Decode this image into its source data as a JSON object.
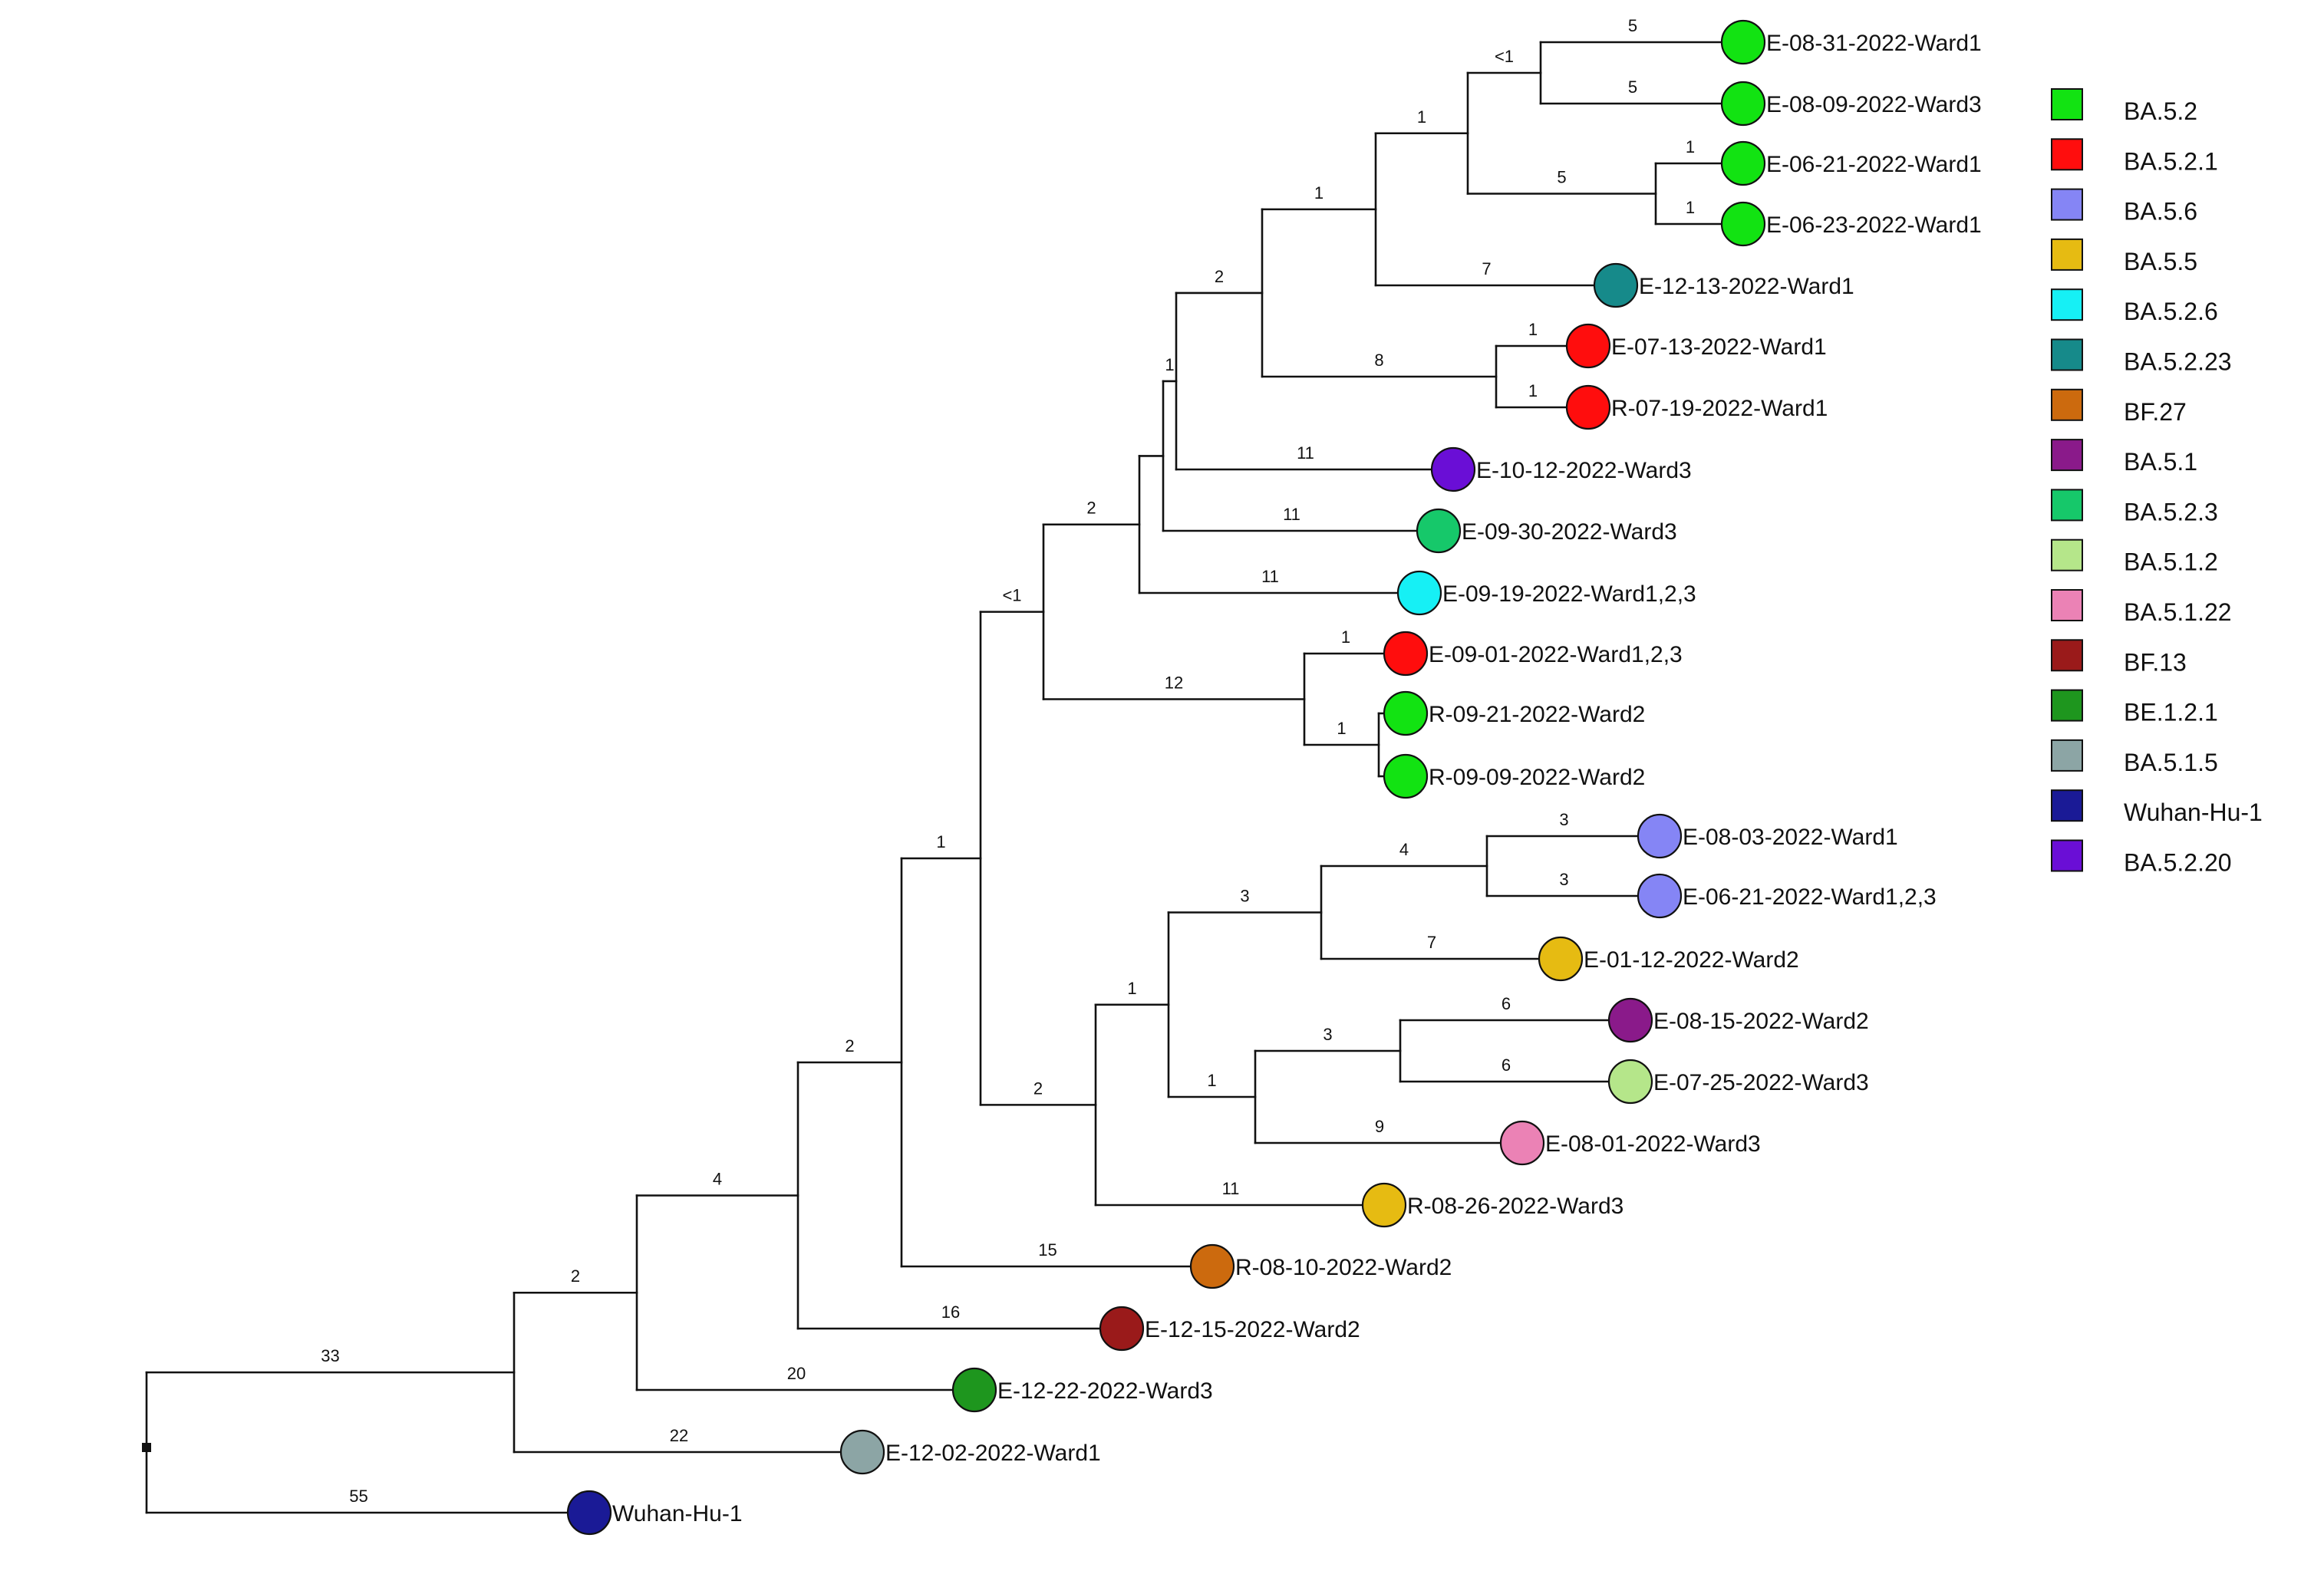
{
  "tree": {
    "branch_labels": {
      "root_upper": "33",
      "wuhan": "55",
      "n2": "2",
      "e1202": "22",
      "n4": "4",
      "e1222": "20",
      "n2b": "2",
      "e1215": "16",
      "n1": "1",
      "r0810": "15",
      "lt1": "<1",
      "n2c": "2",
      "n2d": "2",
      "n1b": "1",
      "n2e": "2",
      "n1c": "1",
      "lt1b": "<1",
      "e0831": "5",
      "e0809": "5",
      "n5": "5",
      "e0621": "1",
      "e0623": "1",
      "e1213": "7",
      "n8": "8",
      "e0713": "1",
      "r0719": "1",
      "e1012": "11",
      "e0930": "11",
      "e0919": "11",
      "n12": "12",
      "e0901": "1",
      "n1d": "1",
      "n3": "3",
      "n4b": "4",
      "e0803": "3",
      "e0621b": "3",
      "e0112": "7",
      "n1e": "1",
      "n3b": "3",
      "e0815": "6",
      "e0725": "6",
      "e0801": "9",
      "r0826": "11"
    },
    "tips": [
      {
        "id": "e0831",
        "label": "E-08-31-2022-Ward1",
        "color": "#12e312"
      },
      {
        "id": "e0809",
        "label": "E-08-09-2022-Ward3",
        "color": "#12e312"
      },
      {
        "id": "e0621",
        "label": "E-06-21-2022-Ward1",
        "color": "#12e312"
      },
      {
        "id": "e0623",
        "label": "E-06-23-2022-Ward1",
        "color": "#12e312"
      },
      {
        "id": "e1213",
        "label": "E-12-13-2022-Ward1",
        "color": "#168a8a"
      },
      {
        "id": "e0713",
        "label": "E-07-13-2022-Ward1",
        "color": "#ff0d0d"
      },
      {
        "id": "r0719",
        "label": "R-07-19-2022-Ward1",
        "color": "#ff0d0d"
      },
      {
        "id": "e1012",
        "label": "E-10-12-2022-Ward3",
        "color": "#6a0ed6"
      },
      {
        "id": "e0930",
        "label": "E-09-30-2022-Ward3",
        "color": "#16c86a"
      },
      {
        "id": "e0919",
        "label": "E-09-19-2022-Ward1,2,3",
        "color": "#16f0f5"
      },
      {
        "id": "e0901",
        "label": "E-09-01-2022-Ward1,2,3",
        "color": "#ff0d0d"
      },
      {
        "id": "r0921",
        "label": "R-09-21-2022-Ward2",
        "color": "#12e312"
      },
      {
        "id": "r0909",
        "label": "R-09-09-2022-Ward2",
        "color": "#12e312"
      },
      {
        "id": "e0803",
        "label": "E-08-03-2022-Ward1",
        "color": "#8585f5"
      },
      {
        "id": "e0621b",
        "label": "E-06-21-2022-Ward1,2,3",
        "color": "#8585f5"
      },
      {
        "id": "e0112",
        "label": "E-01-12-2022-Ward2",
        "color": "#e6bb12"
      },
      {
        "id": "e0815",
        "label": "E-08-15-2022-Ward2",
        "color": "#8a1a8a"
      },
      {
        "id": "e0725",
        "label": "E-07-25-2022-Ward3",
        "color": "#b5e68a"
      },
      {
        "id": "e0801",
        "label": "E-08-01-2022-Ward3",
        "color": "#eb82b5"
      },
      {
        "id": "r0826",
        "label": "R-08-26-2022-Ward3",
        "color": "#e6bb12"
      },
      {
        "id": "r0810",
        "label": "R-08-10-2022-Ward2",
        "color": "#cc6a0e"
      },
      {
        "id": "e1215",
        "label": "E-12-15-2022-Ward2",
        "color": "#9a1a1a"
      },
      {
        "id": "e1222",
        "label": "E-12-22-2022-Ward3",
        "color": "#1e961e"
      },
      {
        "id": "e1202",
        "label": "E-12-02-2022-Ward1",
        "color": "#8ca5a5"
      },
      {
        "id": "wuhan",
        "label": "Wuhan-Hu-1",
        "color": "#1a1a96"
      }
    ]
  },
  "legend": [
    {
      "label": "BA.5.2",
      "color": "#12e312"
    },
    {
      "label": "BA.5.2.1",
      "color": "#ff0d0d"
    },
    {
      "label": "BA.5.6",
      "color": "#8585f5"
    },
    {
      "label": "BA.5.5",
      "color": "#e6bb12"
    },
    {
      "label": "BA.5.2.6",
      "color": "#16f0f5"
    },
    {
      "label": "BA.5.2.23",
      "color": "#168a8a"
    },
    {
      "label": "BF.27",
      "color": "#cc6a0e"
    },
    {
      "label": "BA.5.1",
      "color": "#8a1a8a"
    },
    {
      "label": "BA.5.2.3",
      "color": "#16c86a"
    },
    {
      "label": "BA.5.1.2",
      "color": "#b5e68a"
    },
    {
      "label": "BA.5.1.22",
      "color": "#eb82b5"
    },
    {
      "label": "BF.13",
      "color": "#9a1a1a"
    },
    {
      "label": "BE.1.2.1",
      "color": "#1e961e"
    },
    {
      "label": "BA.5.1.5",
      "color": "#8ca5a5"
    },
    {
      "label": "Wuhan-Hu-1",
      "color": "#1a1a96"
    },
    {
      "label": "BA.5.2.20",
      "color": "#6a0ed6"
    }
  ]
}
